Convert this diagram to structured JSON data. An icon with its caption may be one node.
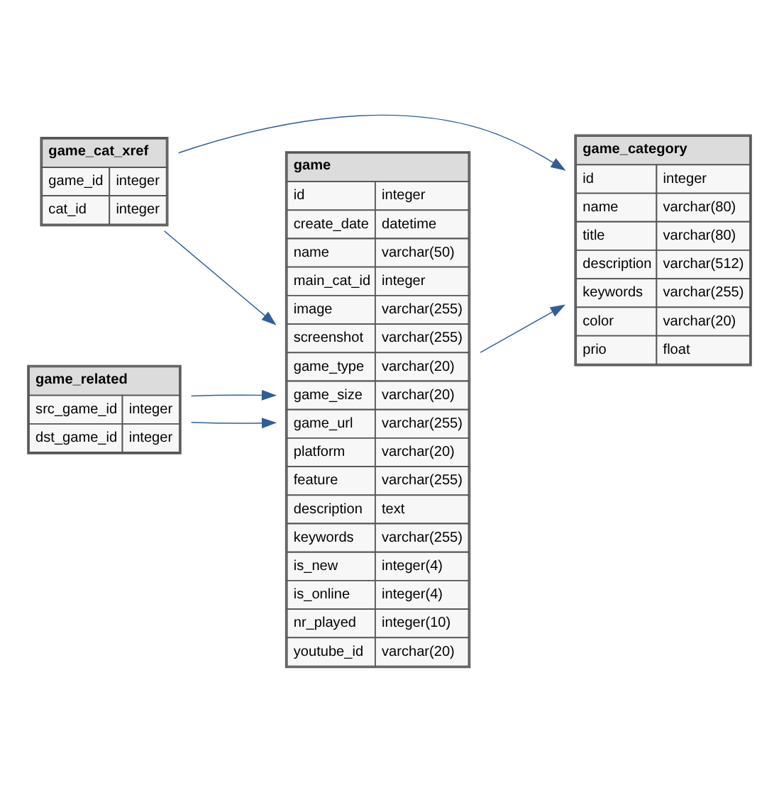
{
  "diagram": {
    "nodes": [
      {
        "text": [
          "game_category",
          "id",
          "integer",
          "name",
          "varchar(80)",
          "title",
          "varchar(80)",
          "description",
          "varchar(512)",
          "keywords",
          "varchar(255)",
          "color",
          "varchar(20)",
          "prio",
          "float"
        ]
      },
      {
        "text": [
          "game_cat_xref",
          "game_id",
          "integer",
          "cat_id",
          "integer"
        ]
      },
      {
        "text": [
          "game",
          "id",
          "integer",
          "create_date",
          "datetime",
          "name",
          "varchar(50)",
          "main_cat_id",
          "integer",
          "image",
          "varchar(255)",
          "screenshot",
          "varchar(255)",
          "game_type",
          "varchar(20)",
          "game_size",
          "varchar(20)",
          "game_url",
          "varchar(255)",
          "platform",
          "varchar(20)",
          "feature",
          "varchar(255)",
          "description",
          "text",
          "keywords",
          "varchar(255)",
          "is_new",
          "integer(4)",
          "is_online",
          "integer(4)",
          "nr_played",
          "integer(10)",
          "youtube_id",
          "varchar(20)"
        ]
      },
      {
        "text": [
          "game_related",
          "src_game_id",
          "integer",
          "dst_game_id",
          "integer"
        ]
      }
    ],
    "edges": [
      {
        "from": 1,
        "to": 0,
        "arrow": "to"
      },
      {
        "from": 1,
        "to": 2,
        "arrow": "to"
      },
      {
        "from": 2,
        "to": 0,
        "arrow": "to"
      },
      {
        "from": 3,
        "to": 2,
        "arrow": "to"
      },
      {
        "from": 3,
        "to": 2,
        "arrow": "to"
      }
    ]
  }
}
